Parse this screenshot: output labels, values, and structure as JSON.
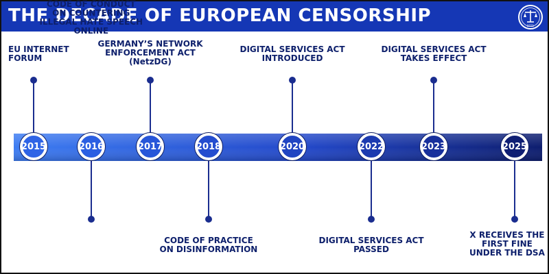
{
  "header": {
    "title": "THE DECADE OF EUROPEAN CENSORSHIP",
    "logo_icon": "scales-of-justice-icon",
    "logo_text": "2021"
  },
  "colors": {
    "header_bg": "#1537b5",
    "label_text": "#0d1f6b",
    "stem": "#1a2d8f"
  },
  "timeline": {
    "events": [
      {
        "year": "2015",
        "position": "top",
        "color": "#2f64e6",
        "label_lines": [
          "EU INTERNET",
          "FORUM"
        ]
      },
      {
        "year": "2016",
        "position": "bottom",
        "color": "#2b5fe2",
        "label_lines": [
          "CODE OF CONDUCT",
          "ON COUNTERING",
          "ILLEGAL HATE SPEECH",
          "ONLINE"
        ]
      },
      {
        "year": "2017",
        "position": "top",
        "color": "#2756d9",
        "label_lines": [
          "GERMANY’S NETWORK",
          "ENFORCEMENT ACT",
          "(NetzDG)"
        ]
      },
      {
        "year": "2018",
        "position": "bottom",
        "color": "#244dcf",
        "label_lines": [
          "CODE OF PRACTICE",
          "ON DISINFORMATION"
        ]
      },
      {
        "year": "2020",
        "position": "top",
        "color": "#2045c2",
        "label_lines": [
          "DIGITAL SERVICES ACT",
          "INTRODUCED"
        ]
      },
      {
        "year": "2022",
        "position": "bottom",
        "color": "#1c3bb0",
        "label_lines": [
          "DIGITAL SERVICES ACT",
          "PASSED"
        ]
      },
      {
        "year": "2023",
        "position": "top",
        "color": "#18309c",
        "label_lines": [
          "DIGITAL SERVICES ACT",
          "TAKES EFFECT"
        ]
      },
      {
        "year": "2025",
        "position": "bottom",
        "color": "#0f1f74",
        "label_lines": [
          "X RECEIVES THE",
          "FIRST FINE",
          "UNDER THE DSA"
        ]
      }
    ]
  }
}
